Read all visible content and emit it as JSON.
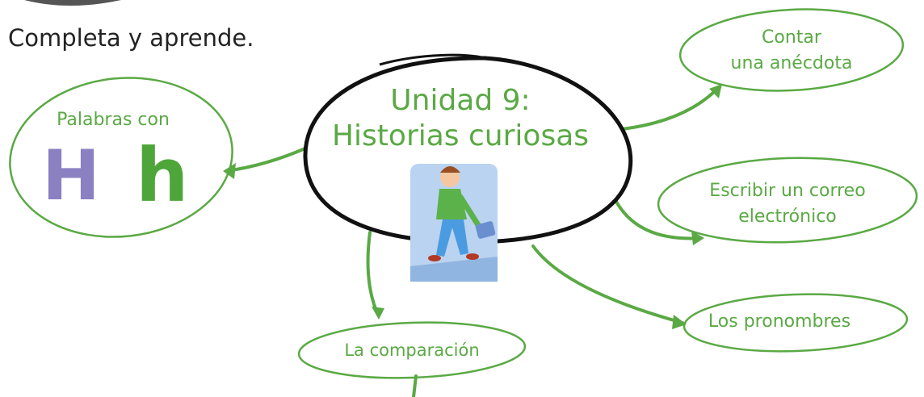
{
  "instruction": "Completa y aprende.",
  "center": {
    "line1": "Unidad 9:",
    "line2": "Historias curiosas"
  },
  "nodes": {
    "palabras": {
      "label": "Palabras con",
      "letter_upper": "H",
      "letter_lower": "h"
    },
    "anecdota": {
      "line1": "Contar",
      "line2": "una anécdota"
    },
    "correo": {
      "line1": "Escribir un correo",
      "line2": "electrónico"
    },
    "pronombres": {
      "label": "Los pronombres"
    },
    "comparacion": {
      "label": "La comparación"
    }
  },
  "colors": {
    "node_green": "#5aa944",
    "center_outline": "#111111",
    "letter_upper": "#8a80c2",
    "letter_lower": "#4ea63a",
    "illustration_bg": "#b9d3f0"
  }
}
